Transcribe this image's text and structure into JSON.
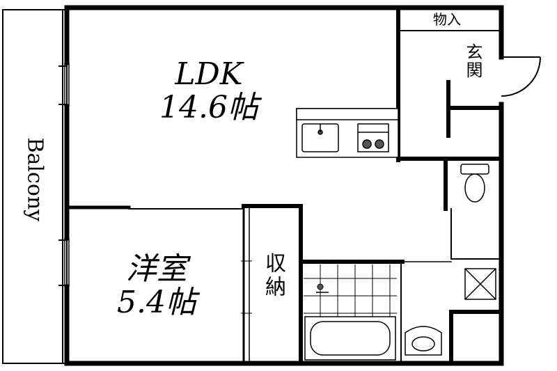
{
  "rooms": {
    "ldk": {
      "name": "LDK",
      "size": "14.6帖"
    },
    "western_room": {
      "name": "洋室",
      "size": "5.4帖"
    },
    "storage": {
      "name": "収納"
    },
    "entrance": {
      "name": "玄関"
    },
    "storage_small": {
      "name": "物入"
    },
    "balcony": {
      "name": "Balcony"
    }
  },
  "colors": {
    "wall": "#000000",
    "fixture": "#555555",
    "background": "#ffffff"
  }
}
